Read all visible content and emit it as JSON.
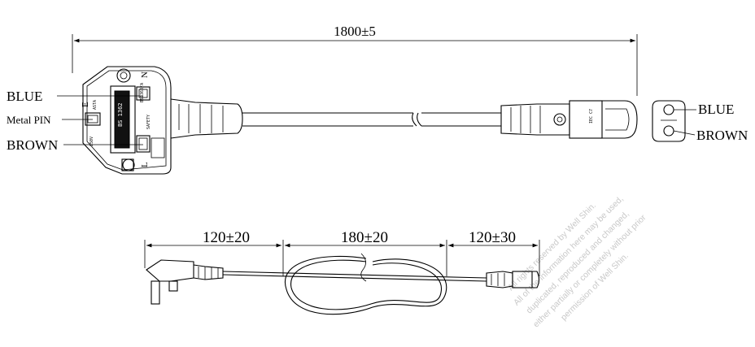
{
  "dimensions": {
    "total_length": "1800±5",
    "segment_left": "120±20",
    "segment_middle": "180±20",
    "segment_right": "120±30"
  },
  "plug_labels": {
    "blue": "BLUE",
    "metal_pin": "Metal PIN",
    "brown": "BROWN",
    "earth_mark": "E",
    "neutral_mark": "N",
    "live_mark": "L"
  },
  "connector_labels": {
    "blue": "BLUE",
    "brown": "BROWN"
  },
  "watermark": [
    "All rights reserved by Well Shin.",
    "All of the information here may be used,",
    "duplicated, reproduced and changed,",
    "either partially or completely without prior",
    "permission of Well Shin."
  ],
  "colors": {
    "line": "#000000",
    "watermark": "#c9c9c9",
    "background": "#ffffff"
  }
}
